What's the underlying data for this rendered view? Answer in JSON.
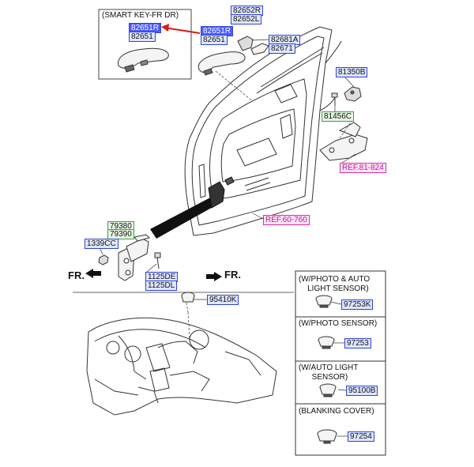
{
  "smart_key_box": {
    "title": "(SMART KEY-FR DR)",
    "upper_part": "82651R",
    "lower_part": "82651"
  },
  "handle_parts": {
    "cover_r": "82652R",
    "cover_l": "82652L",
    "handle_r": "82651R",
    "handle": "82651",
    "bezel_a": "82681A",
    "bezel": "82671"
  },
  "latch_parts": {
    "striker": "81350B",
    "bolt": "81456C",
    "latch_ref": "REF.81-824"
  },
  "door_ref": "REF.60-760",
  "checker_parts": {
    "checker_upper": "79380",
    "checker_lower": "79390",
    "bolt_left": "1339CC",
    "bolt_right_1": "1125DE",
    "bolt_right_2": "1125DL"
  },
  "front_arrows": {
    "left": "FR.",
    "right": "FR."
  },
  "dash_sensor": "95410K",
  "sensor_options": [
    {
      "title": "(W/PHOTO & AUTO\n    LIGHT SENSOR)",
      "part": "97253K"
    },
    {
      "title": "(W/PHOTO SENSOR)",
      "part": "97253"
    },
    {
      "title": "(W/AUTO LIGHT\n      SENSOR)",
      "part": "95100B"
    },
    {
      "title": "(BLANKING COVER)",
      "part": "97254"
    }
  ],
  "colors": {
    "blue_box": "#2f44d8",
    "green_box": "#3aa33a",
    "magenta_box": "#d62ea8",
    "callout_arrow": "#e01818"
  }
}
